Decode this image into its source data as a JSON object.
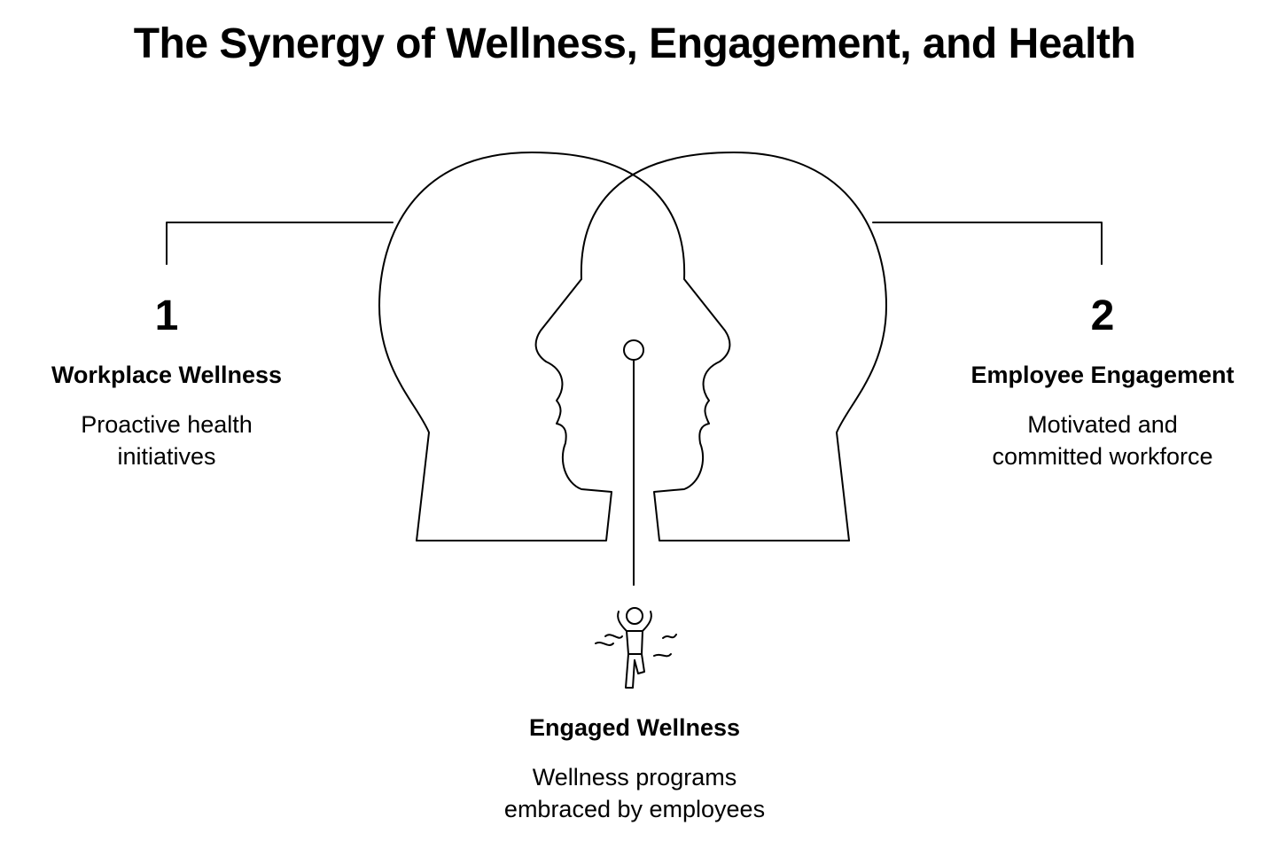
{
  "title": "The Synergy of Wellness, Engagement, and Health",
  "items": [
    {
      "number": "1",
      "heading": "Workplace Wellness",
      "description": "Proactive health initiatives"
    },
    {
      "number": "2",
      "heading": "Employee Engagement",
      "description": "Motivated and committed workforce"
    }
  ],
  "center": {
    "heading": "Engaged Wellness",
    "description": "Wellness programs embraced by employees",
    "icon": "runner-icon"
  },
  "colors": {
    "stroke": "#000000",
    "background": "#ffffff"
  }
}
